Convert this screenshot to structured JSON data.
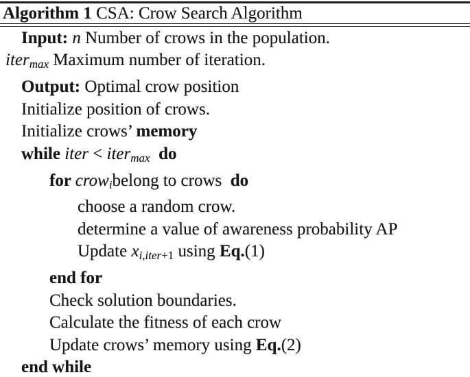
{
  "document": {
    "type": "algorithm-pseudocode",
    "title": {
      "label": "Algorithm 1",
      "text": " CSA: Crow Search Algorithm"
    }
  },
  "colors": {
    "text": "#161616",
    "rule": "#1c1c1c",
    "background": "#ffffff"
  },
  "lines": [
    {
      "indent": 0,
      "segments": [
        {
          "t": "Input: ",
          "s": "b"
        },
        {
          "t": "n",
          "s": "i"
        },
        {
          "t": " Number of crows in the population.",
          "s": "r"
        }
      ]
    },
    {
      "indent": 0,
      "hang": true,
      "segments": [
        {
          "t": "iter",
          "s": "i"
        },
        {
          "t": "max",
          "s": "subi"
        },
        {
          "t": " Maximum number of iteration.",
          "s": "r"
        }
      ]
    },
    {
      "indent": 0,
      "segments": [
        {
          "t": "Output: ",
          "s": "b"
        },
        {
          "t": "Optimal crow position",
          "s": "r"
        }
      ]
    },
    {
      "indent": 0,
      "segments": [
        {
          "t": "Initialize position of crows.",
          "s": "r"
        }
      ]
    },
    {
      "indent": 0,
      "segments": [
        {
          "t": "Initialize crows’ ",
          "s": "r"
        },
        {
          "t": "memory",
          "s": "b"
        }
      ]
    },
    {
      "indent": 0,
      "segments": [
        {
          "t": "while ",
          "s": "b"
        },
        {
          "t": "iter",
          "s": "i"
        },
        {
          "t": " < ",
          "s": "r"
        },
        {
          "t": "iter",
          "s": "i"
        },
        {
          "t": "max",
          "s": "subi"
        },
        {
          "t": "  ",
          "s": "r"
        },
        {
          "t": "do",
          "s": "b"
        }
      ]
    },
    {
      "indent": 1,
      "segments": [
        {
          "t": "for ",
          "s": "b"
        },
        {
          "t": "crow",
          "s": "i"
        },
        {
          "t": "i",
          "s": "subi"
        },
        {
          "t": "belong to crows  ",
          "s": "r"
        },
        {
          "t": "do",
          "s": "b"
        }
      ]
    },
    {
      "indent": 2,
      "segments": [
        {
          "t": "choose a random crow.",
          "s": "r"
        }
      ]
    },
    {
      "indent": 2,
      "segments": [
        {
          "t": "determine a value of awareness probability AP",
          "s": "r"
        }
      ]
    },
    {
      "indent": 2,
      "segments": [
        {
          "t": "Update ",
          "s": "r"
        },
        {
          "t": "x",
          "s": "i"
        },
        {
          "t": "i,iter",
          "s": "subi"
        },
        {
          "t": "+1",
          "s": "sub"
        },
        {
          "t": " using ",
          "s": "r"
        },
        {
          "t": "Eq.",
          "s": "b"
        },
        {
          "t": "(1)",
          "s": "r"
        }
      ]
    },
    {
      "indent": 1,
      "segments": [
        {
          "t": "end for",
          "s": "b"
        }
      ]
    },
    {
      "indent": 1,
      "segments": [
        {
          "t": "Check solution boundaries.",
          "s": "r"
        }
      ]
    },
    {
      "indent": 1,
      "segments": [
        {
          "t": "Calculate the fitness of each crow",
          "s": "r"
        }
      ]
    },
    {
      "indent": 1,
      "segments": [
        {
          "t": "Update crows’ memory using ",
          "s": "r"
        },
        {
          "t": "Eq.",
          "s": "b"
        },
        {
          "t": "(2)",
          "s": "r"
        }
      ]
    },
    {
      "indent": 0,
      "segments": [
        {
          "t": "end while",
          "s": "b"
        }
      ]
    }
  ]
}
